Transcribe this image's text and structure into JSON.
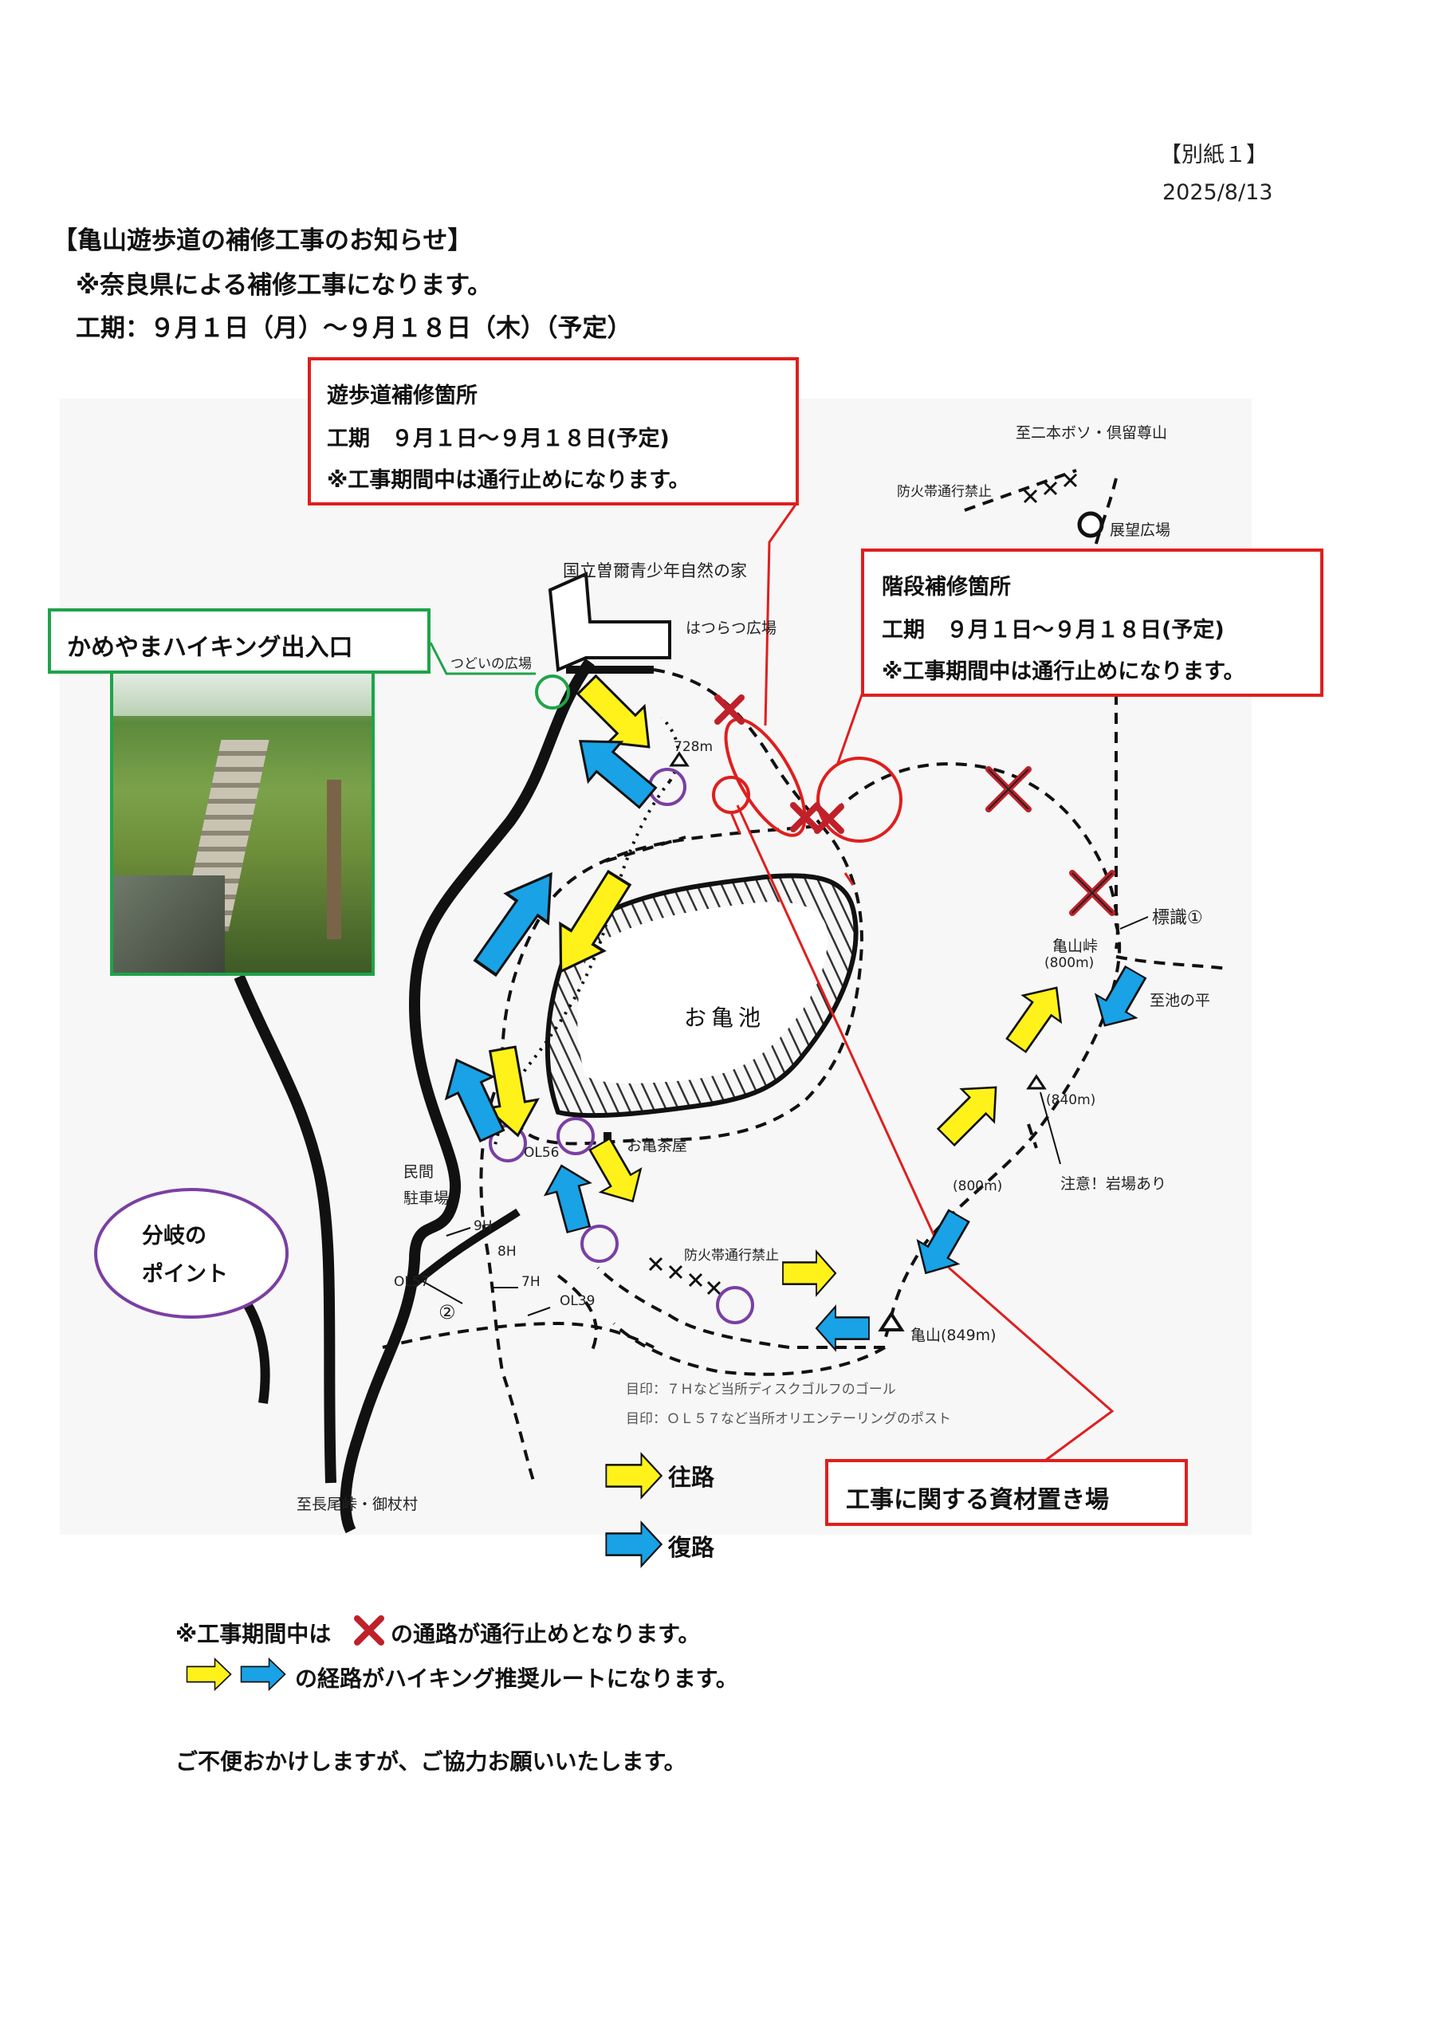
{
  "header": {
    "attachment": "【別紙１】",
    "date": "2025/8/13",
    "title": "【亀山遊歩道の補修工事のお知らせ】",
    "line1": "※奈良県による補修工事になります。",
    "line2": "工期：９月１日（月）～９月１８日（木）（予定）"
  },
  "boxes": {
    "trail_repair": {
      "title": "遊歩道補修箇所",
      "period": "工期　９月１日～９月１８日(予定)",
      "note": "※工事期間中は通行止めになります。"
    },
    "stairs_repair": {
      "title": "階段補修箇所",
      "period": "工期　９月１日～９月１８日(予定)",
      "note": "※工事期間中は通行止めになります。"
    },
    "entrance": {
      "title": "かめやまハイキング出入口"
    },
    "materials": {
      "title": "工事に関する資材置き場"
    },
    "branch": {
      "line1": "分岐の",
      "line2": "ポイント"
    }
  },
  "map_labels": {
    "to_nihonbozo": "至二本ボソ・倶留尊山",
    "fire_ban_top": "防火帯通行禁止",
    "observation": "展望広場",
    "youth_house": "国立曽爾青少年自然の家",
    "hatsuratsu": "はつらつ広場",
    "tsudoi": "つどいの広場",
    "alt728": "728m",
    "sign": "標識①",
    "kameyama_pass": "亀山峠",
    "alt800a": "(800m)",
    "to_ikenotaira": "至池の平",
    "okame_pond": "お亀池",
    "alt840": "(840m)",
    "caution": "注意！岩場あり",
    "alt800b": "(800m)",
    "minkan_parking_1": "民間",
    "minkan_parking_2": "駐車場",
    "okame_teahouse": "お亀茶屋",
    "ol56": "OL56",
    "h9": "9H",
    "h8": "8H",
    "ol57": "OL57",
    "h7": "7H",
    "ol39": "OL39",
    "num2": "②",
    "fire_ban_bottom": "防火帯通行禁止",
    "kameyama": "亀山(849m)",
    "mark1": "目印：７Ｈなど当所ディスクゴルフのゴール",
    "mark2": "目印：ＯＬ５７など当所オリエンテーリングのポスト",
    "to_nagao": "至長尾峠・御杖村"
  },
  "legend": {
    "outbound": "往路",
    "return": "復路"
  },
  "notes": {
    "closed_pre": "※工事期間中は",
    "closed_post": "の通路が通行止めとなります。",
    "route_post": "の経路がハイキング推奨ルートになります。",
    "thanks": "ご不便おかけしますが、ご協力お願いいたします。"
  },
  "colors": {
    "red": "#e01e1e",
    "green": "#1fa34a",
    "purple": "#7a3fa3",
    "yellow": "#fff21a",
    "blue": "#19a2e6",
    "cross": "#c0202a"
  }
}
